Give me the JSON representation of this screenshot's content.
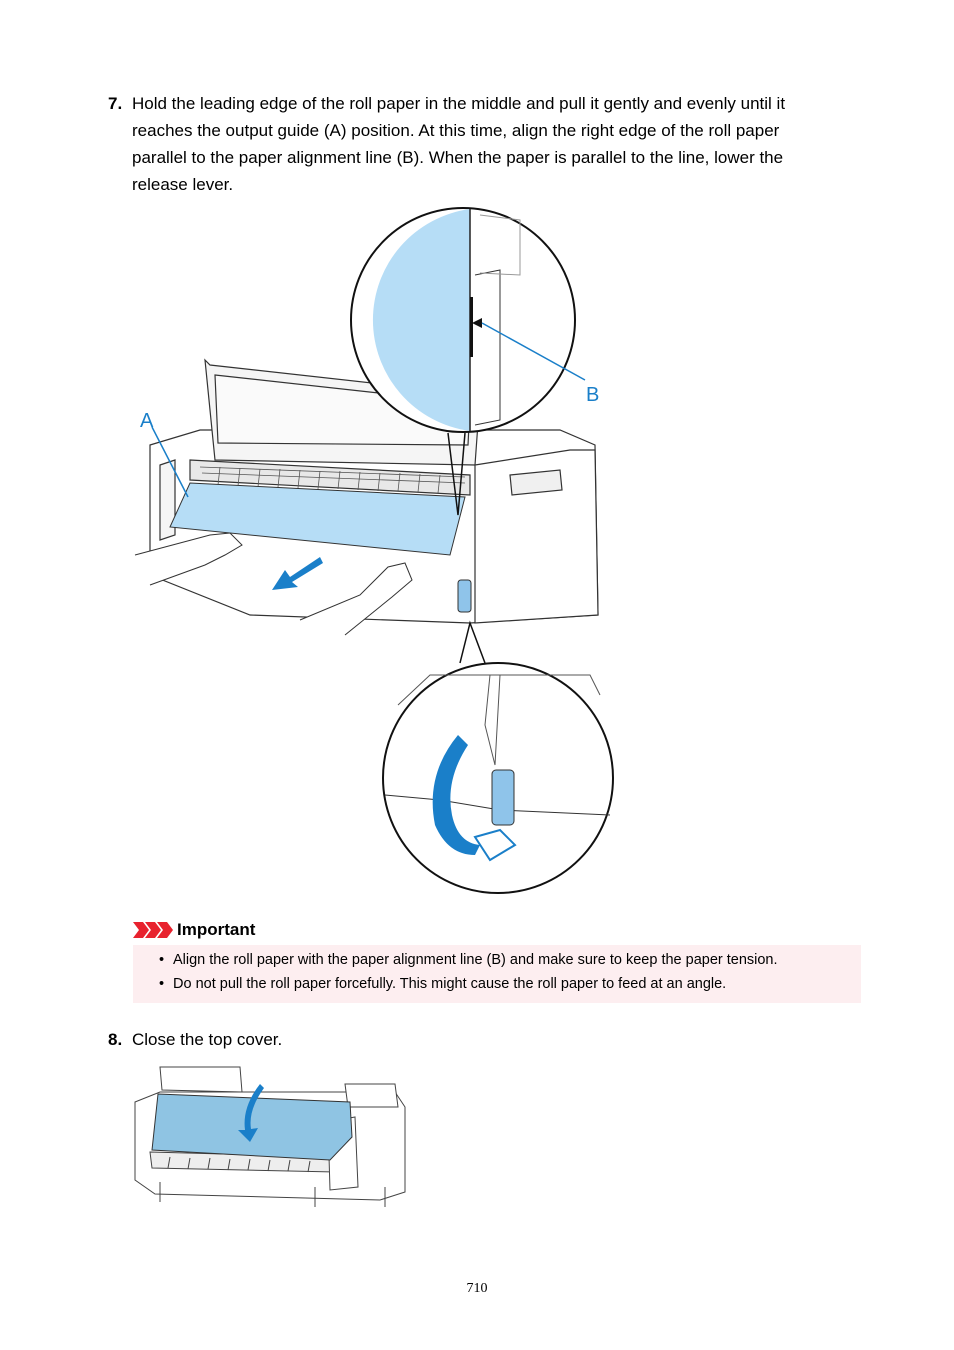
{
  "steps": [
    {
      "number": "7.",
      "text": "Hold the leading edge of the roll paper in the middle and pull it gently and evenly until it reaches the output guide (A) position. At this time, align the right edge of the roll paper parallel to the paper alignment line (B). When the paper is parallel to the line, lower the release lever."
    },
    {
      "number": "8.",
      "text": "Close the top cover."
    }
  ],
  "figure1": {
    "label_a": "A",
    "label_b": "B"
  },
  "important": {
    "title": "Important",
    "items": [
      "Align the roll paper with the paper alignment line (B) and make sure to keep the paper tension.",
      "Do not pull the roll paper forcefully. This might cause the roll paper to feed at an angle."
    ]
  },
  "page_number": "710",
  "colors": {
    "paper_blue": "#b6ddf6",
    "arrow_blue": "#1a7fc9",
    "important_bg": "#fdeef0",
    "important_red": "#e8222e"
  }
}
